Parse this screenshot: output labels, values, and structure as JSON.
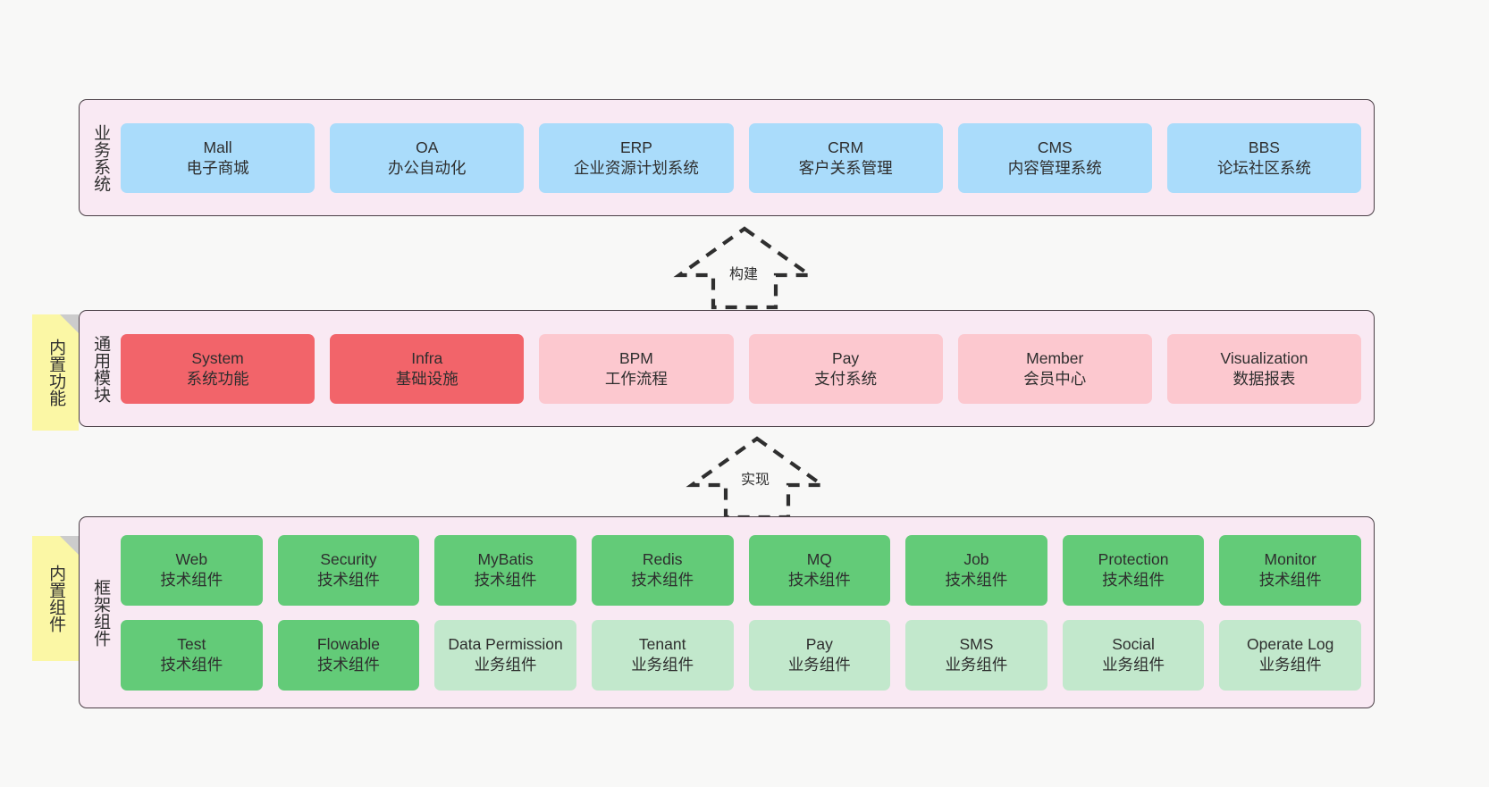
{
  "diagram": {
    "title": "",
    "colors": {
      "layer_bg": "#f9e9f3",
      "layer_border": "#4a3f46",
      "blue": "#aadcfb",
      "red": "#f2646a",
      "pink": "#fcc8cf",
      "green": "#63cb78",
      "green_light": "#c2e8cc",
      "sticky_yellow": "#fbf7a5",
      "sticky_fold": "#cccccc",
      "canvas": "#f8f8f7"
    }
  },
  "layers": [
    {
      "id": "business",
      "label": "业务系统",
      "rows": [
        {
          "nodes": [
            {
              "name": "Mall",
              "sub": "电子商城",
              "color": "blue"
            },
            {
              "name": "OA",
              "sub": "办公自动化",
              "color": "blue"
            },
            {
              "name": "ERP",
              "sub": "企业资源计划系统",
              "color": "blue"
            },
            {
              "name": "CRM",
              "sub": "客户关系管理",
              "color": "blue"
            },
            {
              "name": "CMS",
              "sub": "内容管理系统",
              "color": "blue"
            },
            {
              "name": "BBS",
              "sub": "论坛社区系统",
              "color": "blue"
            }
          ]
        }
      ]
    },
    {
      "id": "modules",
      "label": "通用模块",
      "sticky": "内置功能",
      "rows": [
        {
          "nodes": [
            {
              "name": "System",
              "sub": "系统功能",
              "color": "red"
            },
            {
              "name": "Infra",
              "sub": "基础设施",
              "color": "red"
            },
            {
              "name": "BPM",
              "sub": "工作流程",
              "color": "pink"
            },
            {
              "name": "Pay",
              "sub": "支付系统",
              "color": "pink"
            },
            {
              "name": "Member",
              "sub": "会员中心",
              "color": "pink"
            },
            {
              "name": "Visualization",
              "sub": "数据报表",
              "color": "pink"
            }
          ]
        }
      ]
    },
    {
      "id": "framework",
      "label": "框架组件",
      "sticky": "内置组件",
      "rows": [
        {
          "nodes": [
            {
              "name": "Web",
              "sub": "技术组件",
              "color": "green"
            },
            {
              "name": "Security",
              "sub": "技术组件",
              "color": "green"
            },
            {
              "name": "MyBatis",
              "sub": "技术组件",
              "color": "green"
            },
            {
              "name": "Redis",
              "sub": "技术组件",
              "color": "green"
            },
            {
              "name": "MQ",
              "sub": "技术组件",
              "color": "green"
            },
            {
              "name": "Job",
              "sub": "技术组件",
              "color": "green"
            },
            {
              "name": "Protection",
              "sub": "技术组件",
              "color": "green"
            },
            {
              "name": "Monitor",
              "sub": "技术组件",
              "color": "green"
            }
          ]
        },
        {
          "nodes": [
            {
              "name": "Test",
              "sub": "技术组件",
              "color": "green"
            },
            {
              "name": "Flowable",
              "sub": "技术组件",
              "color": "green"
            },
            {
              "name": "Data Permission",
              "sub": "业务组件",
              "color": "greenlight",
              "wrap": true
            },
            {
              "name": "Tenant",
              "sub": "业务组件",
              "color": "greenlight"
            },
            {
              "name": "Pay",
              "sub": "业务组件",
              "color": "greenlight"
            },
            {
              "name": "SMS",
              "sub": "业务组件",
              "color": "greenlight"
            },
            {
              "name": "Social",
              "sub": "业务组件",
              "color": "greenlight"
            },
            {
              "name": "Operate Log",
              "sub": "业务组件",
              "color": "greenlight"
            }
          ]
        }
      ]
    }
  ],
  "relations": [
    {
      "id": "build",
      "label": "构建",
      "from": "modules",
      "to": "business",
      "style": "dashed-generalization"
    },
    {
      "id": "impl",
      "label": "实现",
      "from": "framework",
      "to": "modules",
      "style": "dashed-generalization"
    }
  ]
}
